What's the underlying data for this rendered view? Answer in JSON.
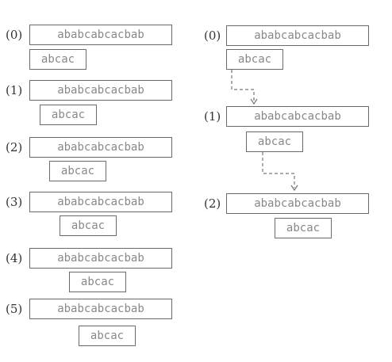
{
  "text": "ababcabcacbab",
  "pattern": "abcac",
  "left_steps": [
    {
      "label": "(0)"
    },
    {
      "label": "(1)"
    },
    {
      "label": "(2)"
    },
    {
      "label": "(3)"
    },
    {
      "label": "(4)"
    },
    {
      "label": "(5)"
    }
  ],
  "right_steps": [
    {
      "label": "(0)"
    },
    {
      "label": "(1)"
    },
    {
      "label": "(2)"
    }
  ]
}
